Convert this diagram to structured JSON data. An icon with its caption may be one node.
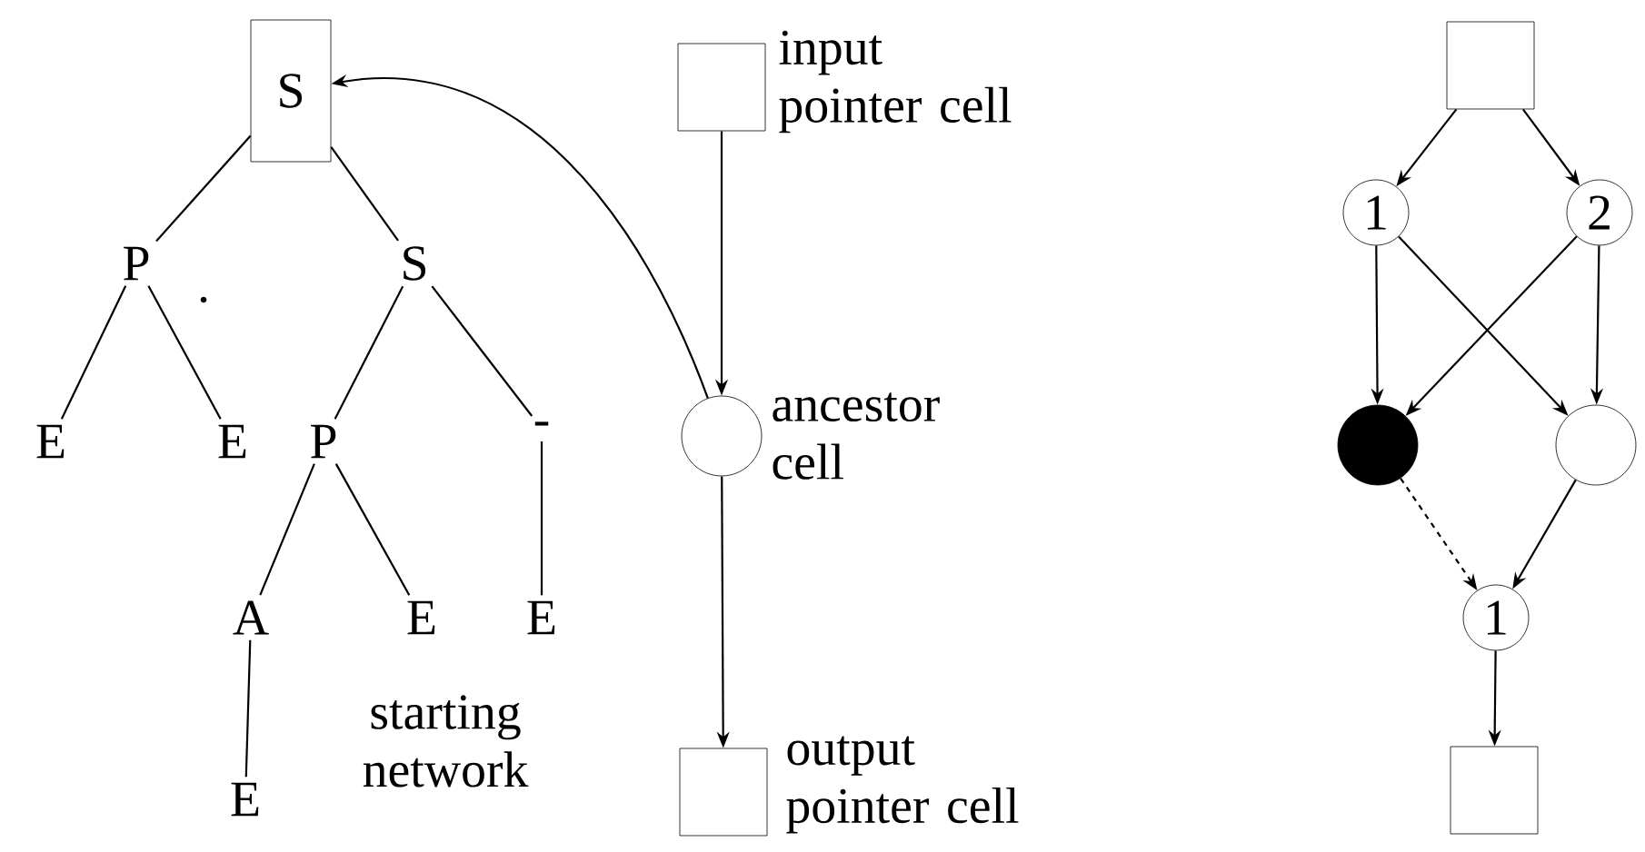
{
  "diagram": {
    "nodes": [
      {
        "text": [
          "S"
        ]
      },
      {
        "text": [
          "P"
        ]
      },
      {
        "text": [
          "S"
        ]
      },
      {
        "text": [
          "E"
        ]
      },
      {
        "text": [
          "E"
        ]
      },
      {
        "text": [
          "P"
        ]
      },
      {
        "text": [
          "-"
        ]
      },
      {
        "text": [
          "A"
        ]
      },
      {
        "text": [
          "E"
        ]
      },
      {
        "text": [
          "E"
        ]
      },
      {
        "text": [
          "E"
        ]
      },
      {
        "text": [],
        "shape": "box",
        "beside": [
          "input pointer cell"
        ]
      },
      {
        "text": [],
        "shape": "circle",
        "beside": [
          "ancestor cell"
        ]
      },
      {
        "text": [],
        "shape": "box",
        "beside": [
          "output pointer cell"
        ]
      },
      {
        "text": [],
        "shape": "box"
      },
      {
        "text": [
          "1"
        ]
      },
      {
        "text": [
          "2"
        ]
      },
      {
        "text": [],
        "shape": "circle"
      },
      {
        "text": [],
        "shape": "circle"
      },
      {
        "text": [
          "1"
        ]
      },
      {
        "text": [],
        "shape": "box"
      }
    ],
    "edges": [
      {
        "from": 0,
        "to": 1,
        "arrow": "none"
      },
      {
        "from": 0,
        "to": 2,
        "arrow": "none"
      },
      {
        "from": 1,
        "to": 3,
        "arrow": "none"
      },
      {
        "from": 1,
        "to": 4,
        "arrow": "none"
      },
      {
        "from": 2,
        "to": 5,
        "arrow": "none"
      },
      {
        "from": 2,
        "to": 6,
        "arrow": "none"
      },
      {
        "from": 5,
        "to": 7,
        "arrow": "none"
      },
      {
        "from": 5,
        "to": 8,
        "arrow": "none"
      },
      {
        "from": 6,
        "to": 9,
        "arrow": "none"
      },
      {
        "from": 7,
        "to": 10,
        "arrow": "none"
      },
      {
        "from": 12,
        "to": 0,
        "arrow": "to"
      },
      {
        "from": 11,
        "to": 12,
        "arrow": "to"
      },
      {
        "from": 12,
        "to": 13,
        "arrow": "to"
      },
      {
        "from": 14,
        "to": 15,
        "arrow": "to"
      },
      {
        "from": 14,
        "to": 16,
        "arrow": "to"
      },
      {
        "from": 15,
        "to": 17,
        "arrow": "to"
      },
      {
        "from": 15,
        "to": 18,
        "arrow": "to"
      },
      {
        "from": 16,
        "to": 17,
        "arrow": "to"
      },
      {
        "from": 16,
        "to": 18,
        "arrow": "to"
      },
      {
        "from": 17,
        "to": 19,
        "arrow": "to",
        "style": "dashed"
      },
      {
        "from": 18,
        "to": 19,
        "arrow": "to"
      },
      {
        "from": 19,
        "to": 20,
        "arrow": "to"
      }
    ],
    "labels": [
      ".",
      "starting network"
    ]
  }
}
